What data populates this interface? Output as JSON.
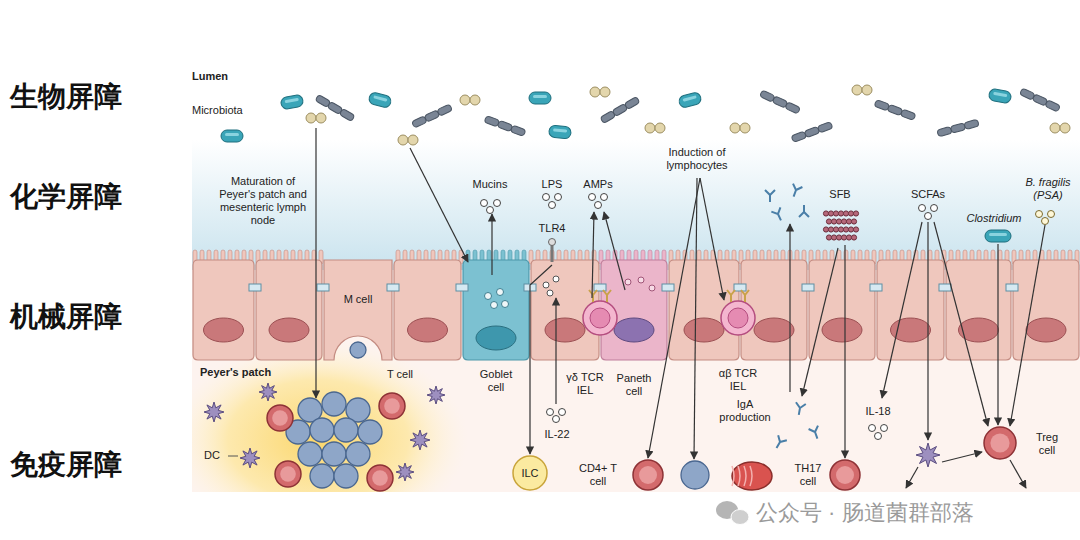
{
  "diagram": {
    "nodes": [
      {
        "text": [
          "Peyer's patch"
        ]
      },
      {
        "text": [
          "T cell"
        ],
        "in": 0
      },
      {
        "text": [
          "DC"
        ],
        "in": 0
      },
      {
        "text": [
          "M cell"
        ]
      },
      {
        "text": [
          "Goblet cell"
        ]
      },
      {
        "text": [
          "γδ TCR IEL"
        ]
      },
      {
        "text": [
          "Paneth cell"
        ]
      },
      {
        "text": [
          "αβ TCR IEL"
        ]
      },
      {
        "text": [
          "ILC"
        ]
      },
      {
        "text": [
          "CD4+ T cell"
        ]
      },
      {
        "text": [
          "TH17 cell"
        ]
      },
      {
        "text": [
          "Treg cell"
        ]
      }
    ],
    "labels": [
      "生物屏障",
      "化学屏障",
      "机械屏障",
      "免疫屏障",
      "Lumen",
      "Microbiota",
      "Maturation of Peyer's patch and mesenteric lymph node",
      "Mucins",
      "LPS",
      "AMPs",
      "TLR4",
      "Induction of lymphocytes",
      "SFB",
      "SCFAs",
      "Clostridium",
      "B. fragilis (PSA)",
      "IL-22",
      "IgA production",
      "IL-18",
      "公众号 · 肠道菌群部落"
    ]
  }
}
